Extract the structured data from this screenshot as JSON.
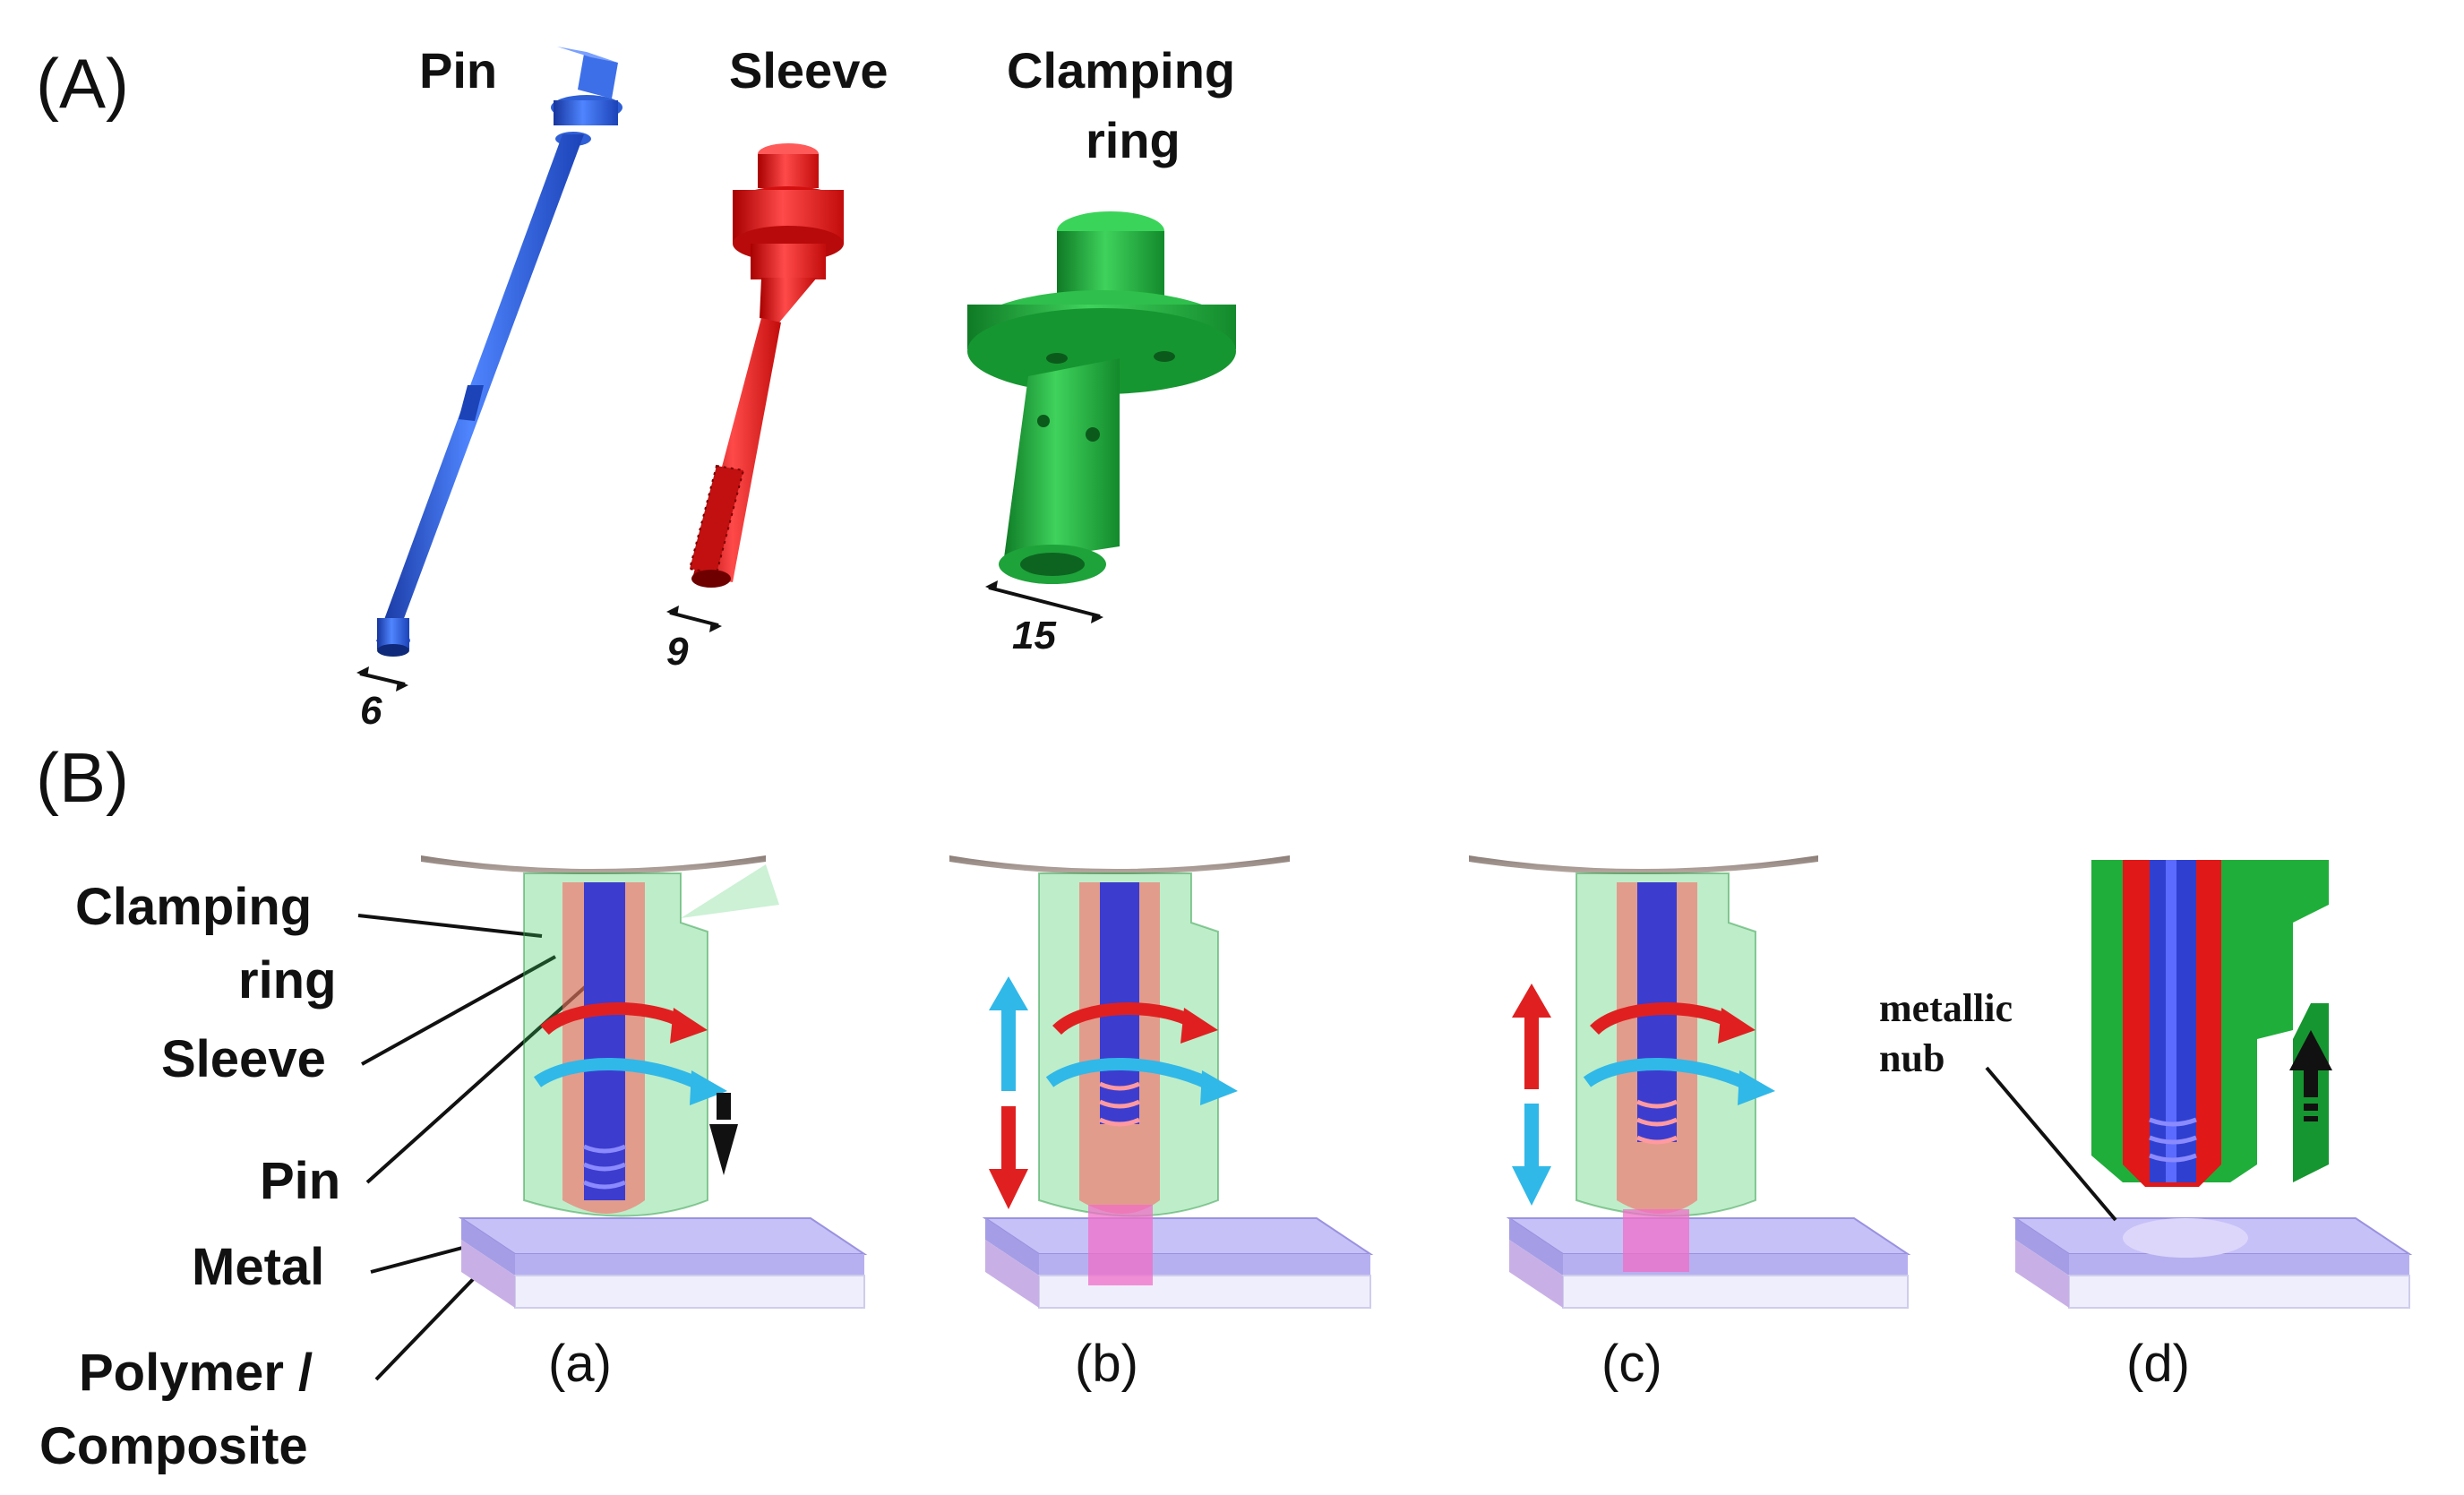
{
  "panel_a": {
    "label": "(A)",
    "parts": {
      "pin": {
        "title": "Pin",
        "dimension": "6"
      },
      "sleeve": {
        "title": "Sleeve",
        "dimension": "9"
      },
      "clamping_ring": {
        "title_line1": "Clamping",
        "title_line2": "ring",
        "dimension": "15"
      }
    }
  },
  "panel_b": {
    "label": "(B)",
    "legend": {
      "clamping_line1": "Clamping",
      "clamping_line2": "ring",
      "sleeve": "Sleeve",
      "pin": "Pin",
      "metal": "Metal",
      "polymer_line1": "Polymer /",
      "polymer_line2": "Composite"
    },
    "steps": [
      "(a)",
      "(b)",
      "(c)",
      "(d)"
    ],
    "nub_line1": "metallic",
    "nub_line2": "nub"
  },
  "colors": {
    "pin": "#2f5fd6",
    "sleeve": "#e01818",
    "clamping_ring": "#1fae3a",
    "metal": "#b9b2f0",
    "polymer": "#c8a8e0",
    "rotation_red": "#e02020",
    "rotation_cyan": "#30b8e8"
  }
}
